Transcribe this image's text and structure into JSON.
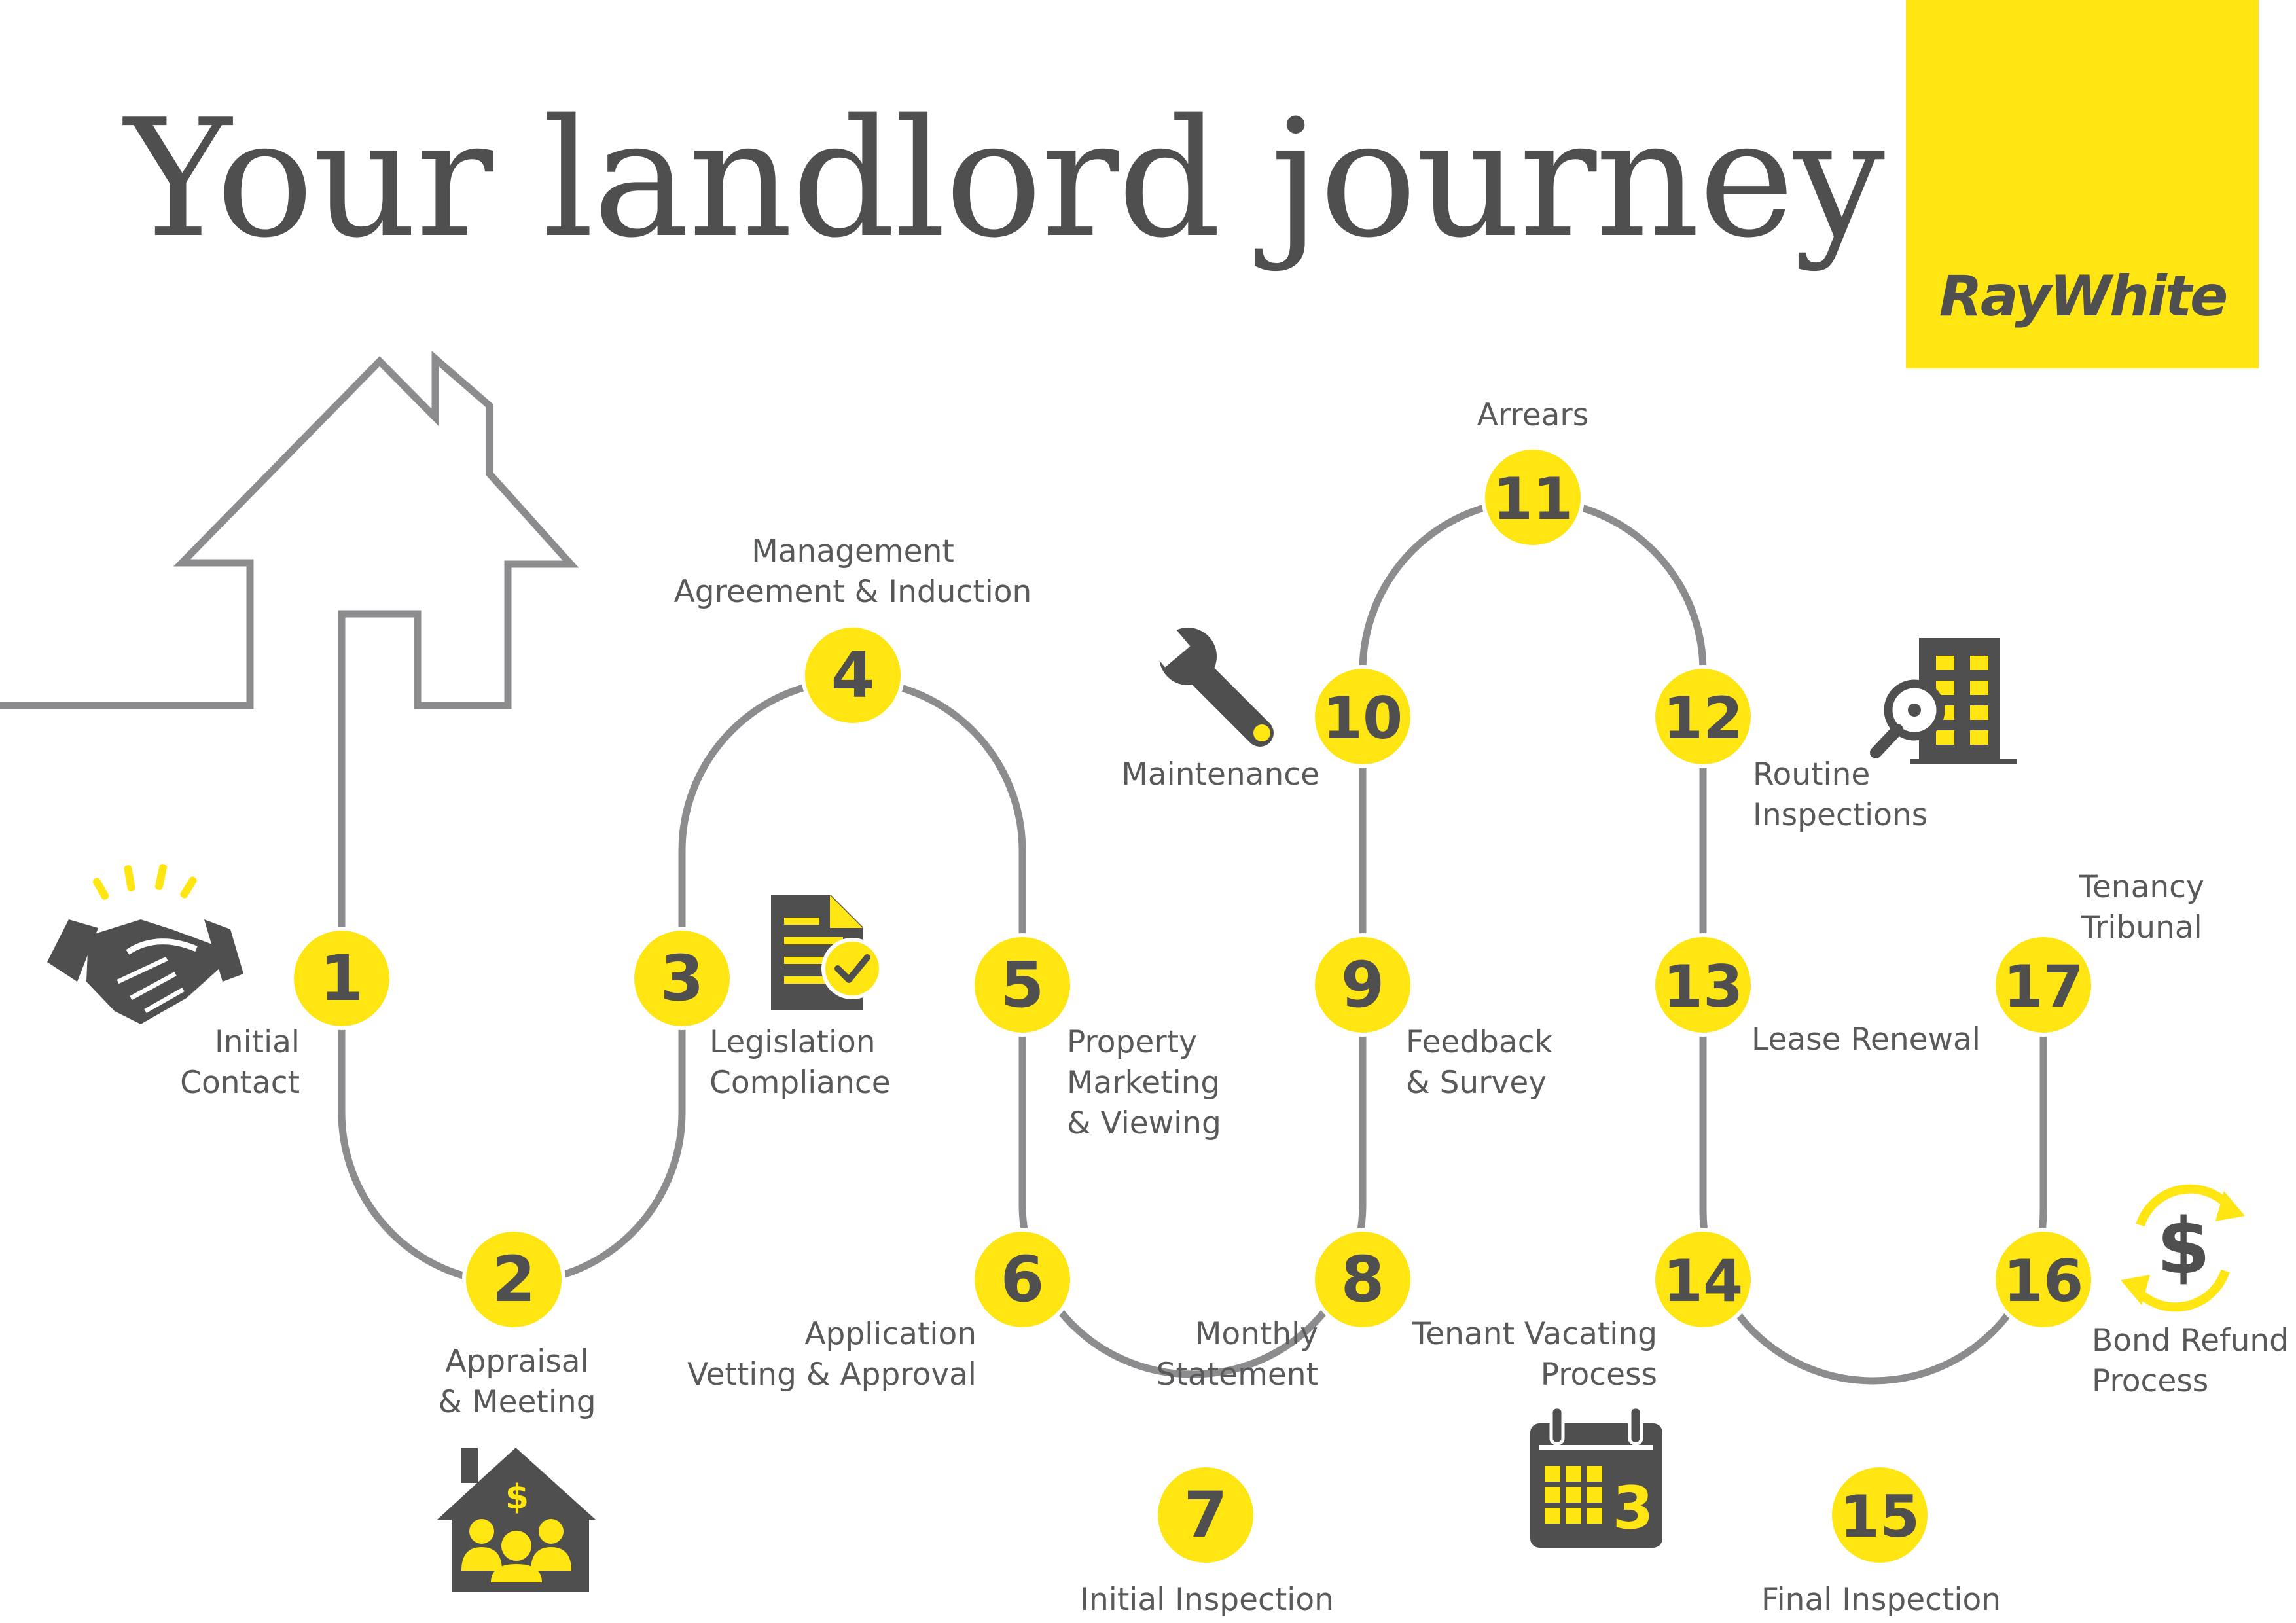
{
  "title": "Your landlord journey",
  "brand": {
    "name": "RayWhite",
    "color": "#ffe512"
  },
  "colors": {
    "node": "#ffe512",
    "path": "#8c8c8e",
    "icon": "#4f4f50",
    "text": "#58595b"
  },
  "steps": [
    {
      "number": "1",
      "label": [
        "Initial",
        "Contact"
      ]
    },
    {
      "number": "2",
      "label": [
        "Appraisal",
        "& Meeting"
      ]
    },
    {
      "number": "3",
      "label": [
        "Legislation",
        "Compliance"
      ]
    },
    {
      "number": "4",
      "label": [
        "Management",
        "Agreement & Induction"
      ]
    },
    {
      "number": "5",
      "label": [
        "Property",
        "Marketing",
        "& Viewing"
      ]
    },
    {
      "number": "6",
      "label": [
        "Application",
        "Vetting & Approval"
      ]
    },
    {
      "number": "7",
      "label": [
        "Initial Inspection"
      ]
    },
    {
      "number": "8",
      "label": [
        "Monthly",
        "Statement"
      ]
    },
    {
      "number": "9",
      "label": [
        "Feedback",
        "& Survey"
      ]
    },
    {
      "number": "10",
      "label": [
        "Maintenance"
      ]
    },
    {
      "number": "11",
      "label": [
        "Arrears"
      ]
    },
    {
      "number": "12",
      "label": [
        "Routine",
        "Inspections"
      ]
    },
    {
      "number": "13",
      "label": [
        "Lease Renewal"
      ]
    },
    {
      "number": "14",
      "label": [
        "Tenant Vacating",
        "Process"
      ]
    },
    {
      "number": "15",
      "label": [
        "Final Inspection"
      ]
    },
    {
      "number": "16",
      "label": [
        "Bond Refund",
        "Process"
      ]
    },
    {
      "number": "17",
      "label": [
        "Tenancy",
        "Tribunal"
      ]
    }
  ],
  "icons": {
    "handshake": "handshake-icon",
    "house_people": "house-money-people-icon",
    "document": "document-check-icon",
    "wrench": "wrench-icon",
    "building": "building-inspection-icon",
    "calendar": "calendar-icon",
    "calendar_day": "3",
    "currency_symbol": "$",
    "refund": "dollar-refund-icon"
  }
}
